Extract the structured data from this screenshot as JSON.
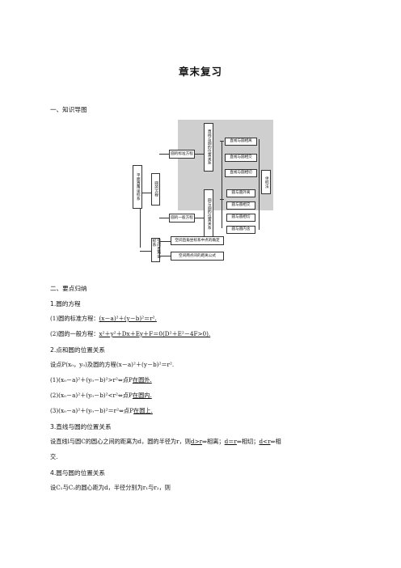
{
  "title": "章末复习",
  "section1": "一、知识导图",
  "diagram": {
    "root": "平面直角坐标系",
    "circle_eq": "圆的方程",
    "standard": "圆的标准方程",
    "general": "圆的一般方程",
    "line_circle": "直线与圆的位置关系",
    "circle_circle": "圆与圆的位置关系",
    "lc_items": [
      "直线与圆相离",
      "直线与圆相交",
      "直线与圆相切"
    ],
    "cc_items": [
      "圆与圆外离",
      "圆与圆相交",
      "圆与圆相切",
      "圆与圆内含"
    ],
    "coord_method": "坐标法",
    "space": "空间直角坐标系",
    "space_items": [
      "空间直角坐标系中点的确定",
      "空间两点间的距离公式"
    ]
  },
  "section2": "二、要点归纳",
  "p1": {
    "head": "1.圆的方程",
    "l1_pre": "(1)圆的标准方程：",
    "l1_ans": "(x－a)²＋(y－b)²＝r².",
    "l2_pre": "(2)圆的一般方程：",
    "l2_ans": "x²＋y²＋Dx＋Ey＋F＝0(D²＋E²－4F>0)."
  },
  "p2": {
    "head": "2.点和圆的位置关系",
    "intro": "设点P(x₀，y₀)及圆的方程(x－a)²＋(y－b)²＝r².",
    "l1_pre": "(1)(x₀－a)²＋(y₀－b)²>r²⇔点P",
    "l1_ans": "在圆外.",
    "l2_pre": "(2)(x₀－a)²＋(y₀－b)²<r²⇔点P",
    "l2_ans": "在圆内.",
    "l3_pre": "(3)(x₀－a)²＋(y₀－b)²＝r²⇔点P",
    "l3_ans": "在圆上."
  },
  "p3": {
    "head": "3.直线与圆的位置关系",
    "s1": "设直线l与圆C的圆心之间的距离为d，圆的半径为r，则",
    "a1": "d>r",
    "s2": "⇒相离；",
    "a2": "d＝r",
    "s3": "⇒相切；",
    "a3": "d<r",
    "s4": "⇒相",
    "s5": "交."
  },
  "p4": {
    "head": "4.圆与圆的位置关系",
    "s1": "设C₁与C₂的圆心距为d，半径分别为r₁与r₂，则"
  }
}
